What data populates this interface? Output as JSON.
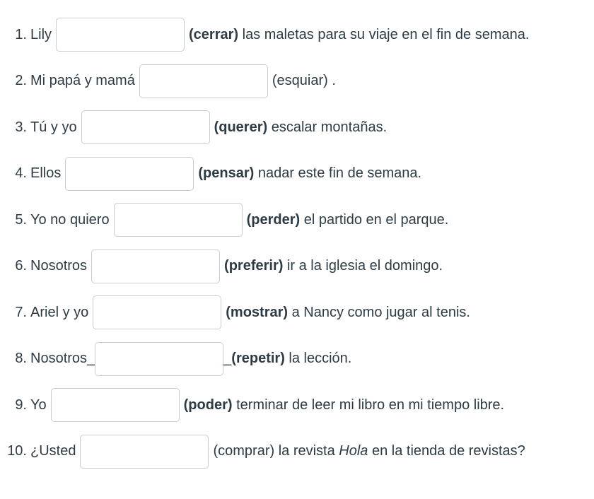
{
  "page": {
    "background": "#ffffff",
    "text_color": "#2D3B45",
    "input_border_color": "#C7CDD1",
    "input_background": "#ffffff"
  },
  "exercise": {
    "questions": [
      {
        "number": "1.",
        "pre": "Lily",
        "blank": {
          "value": ""
        },
        "post": [
          {
            "text": "(cerrar)",
            "bold": true
          },
          {
            "text": " las maletas para su viaje en el fin de semana."
          }
        ]
      },
      {
        "number": "2.",
        "pre": "Mi papá y mamá",
        "blank": {
          "value": ""
        },
        "post": [
          {
            "text": "(esquiar) ."
          }
        ]
      },
      {
        "number": "3.",
        "pre": "Tú y yo",
        "blank": {
          "value": ""
        },
        "post": [
          {
            "text": "(querer)",
            "bold": true
          },
          {
            "text": " escalar montañas."
          }
        ]
      },
      {
        "number": "4.",
        "pre": "Ellos",
        "blank": {
          "value": ""
        },
        "post": [
          {
            "text": "(pensar)",
            "bold": true
          },
          {
            "text": " nadar este fin de semana."
          }
        ]
      },
      {
        "number": "5.",
        "pre": "Yo no quiero",
        "blank": {
          "value": ""
        },
        "post": [
          {
            "text": "(perder)",
            "bold": true
          },
          {
            "text": " el partido en el parque."
          }
        ]
      },
      {
        "number": "6.",
        "pre": "Nosotros",
        "blank": {
          "value": ""
        },
        "post": [
          {
            "text": "(preferir)",
            "bold": true
          },
          {
            "text": " ir a la iglesia el domingo."
          }
        ]
      },
      {
        "number": "7.",
        "pre": "Ariel y yo",
        "blank": {
          "value": ""
        },
        "post": [
          {
            "text": "(mostrar)",
            "bold": true
          },
          {
            "text": " a Nancy como jugar al tenis."
          }
        ]
      },
      {
        "number": "8.",
        "pre": "Nosotros_",
        "tight": true,
        "blank": {
          "value": ""
        },
        "post": [
          {
            "text": "_"
          },
          {
            "text": "(repetir)",
            "bold": true
          },
          {
            "text": " la lección."
          }
        ]
      },
      {
        "number": "9.",
        "pre": "Yo",
        "blank": {
          "value": ""
        },
        "post": [
          {
            "text": "(poder)",
            "bold": true
          },
          {
            "text": " terminar de leer mi libro en mi tiempo libre."
          }
        ]
      },
      {
        "number": "10.",
        "pre": "¿Usted",
        "blank": {
          "value": ""
        },
        "post": [
          {
            "text": "(comprar) la revista "
          },
          {
            "text": "Hola",
            "italic": true
          },
          {
            "text": " en la tienda de revistas?"
          }
        ]
      }
    ]
  }
}
